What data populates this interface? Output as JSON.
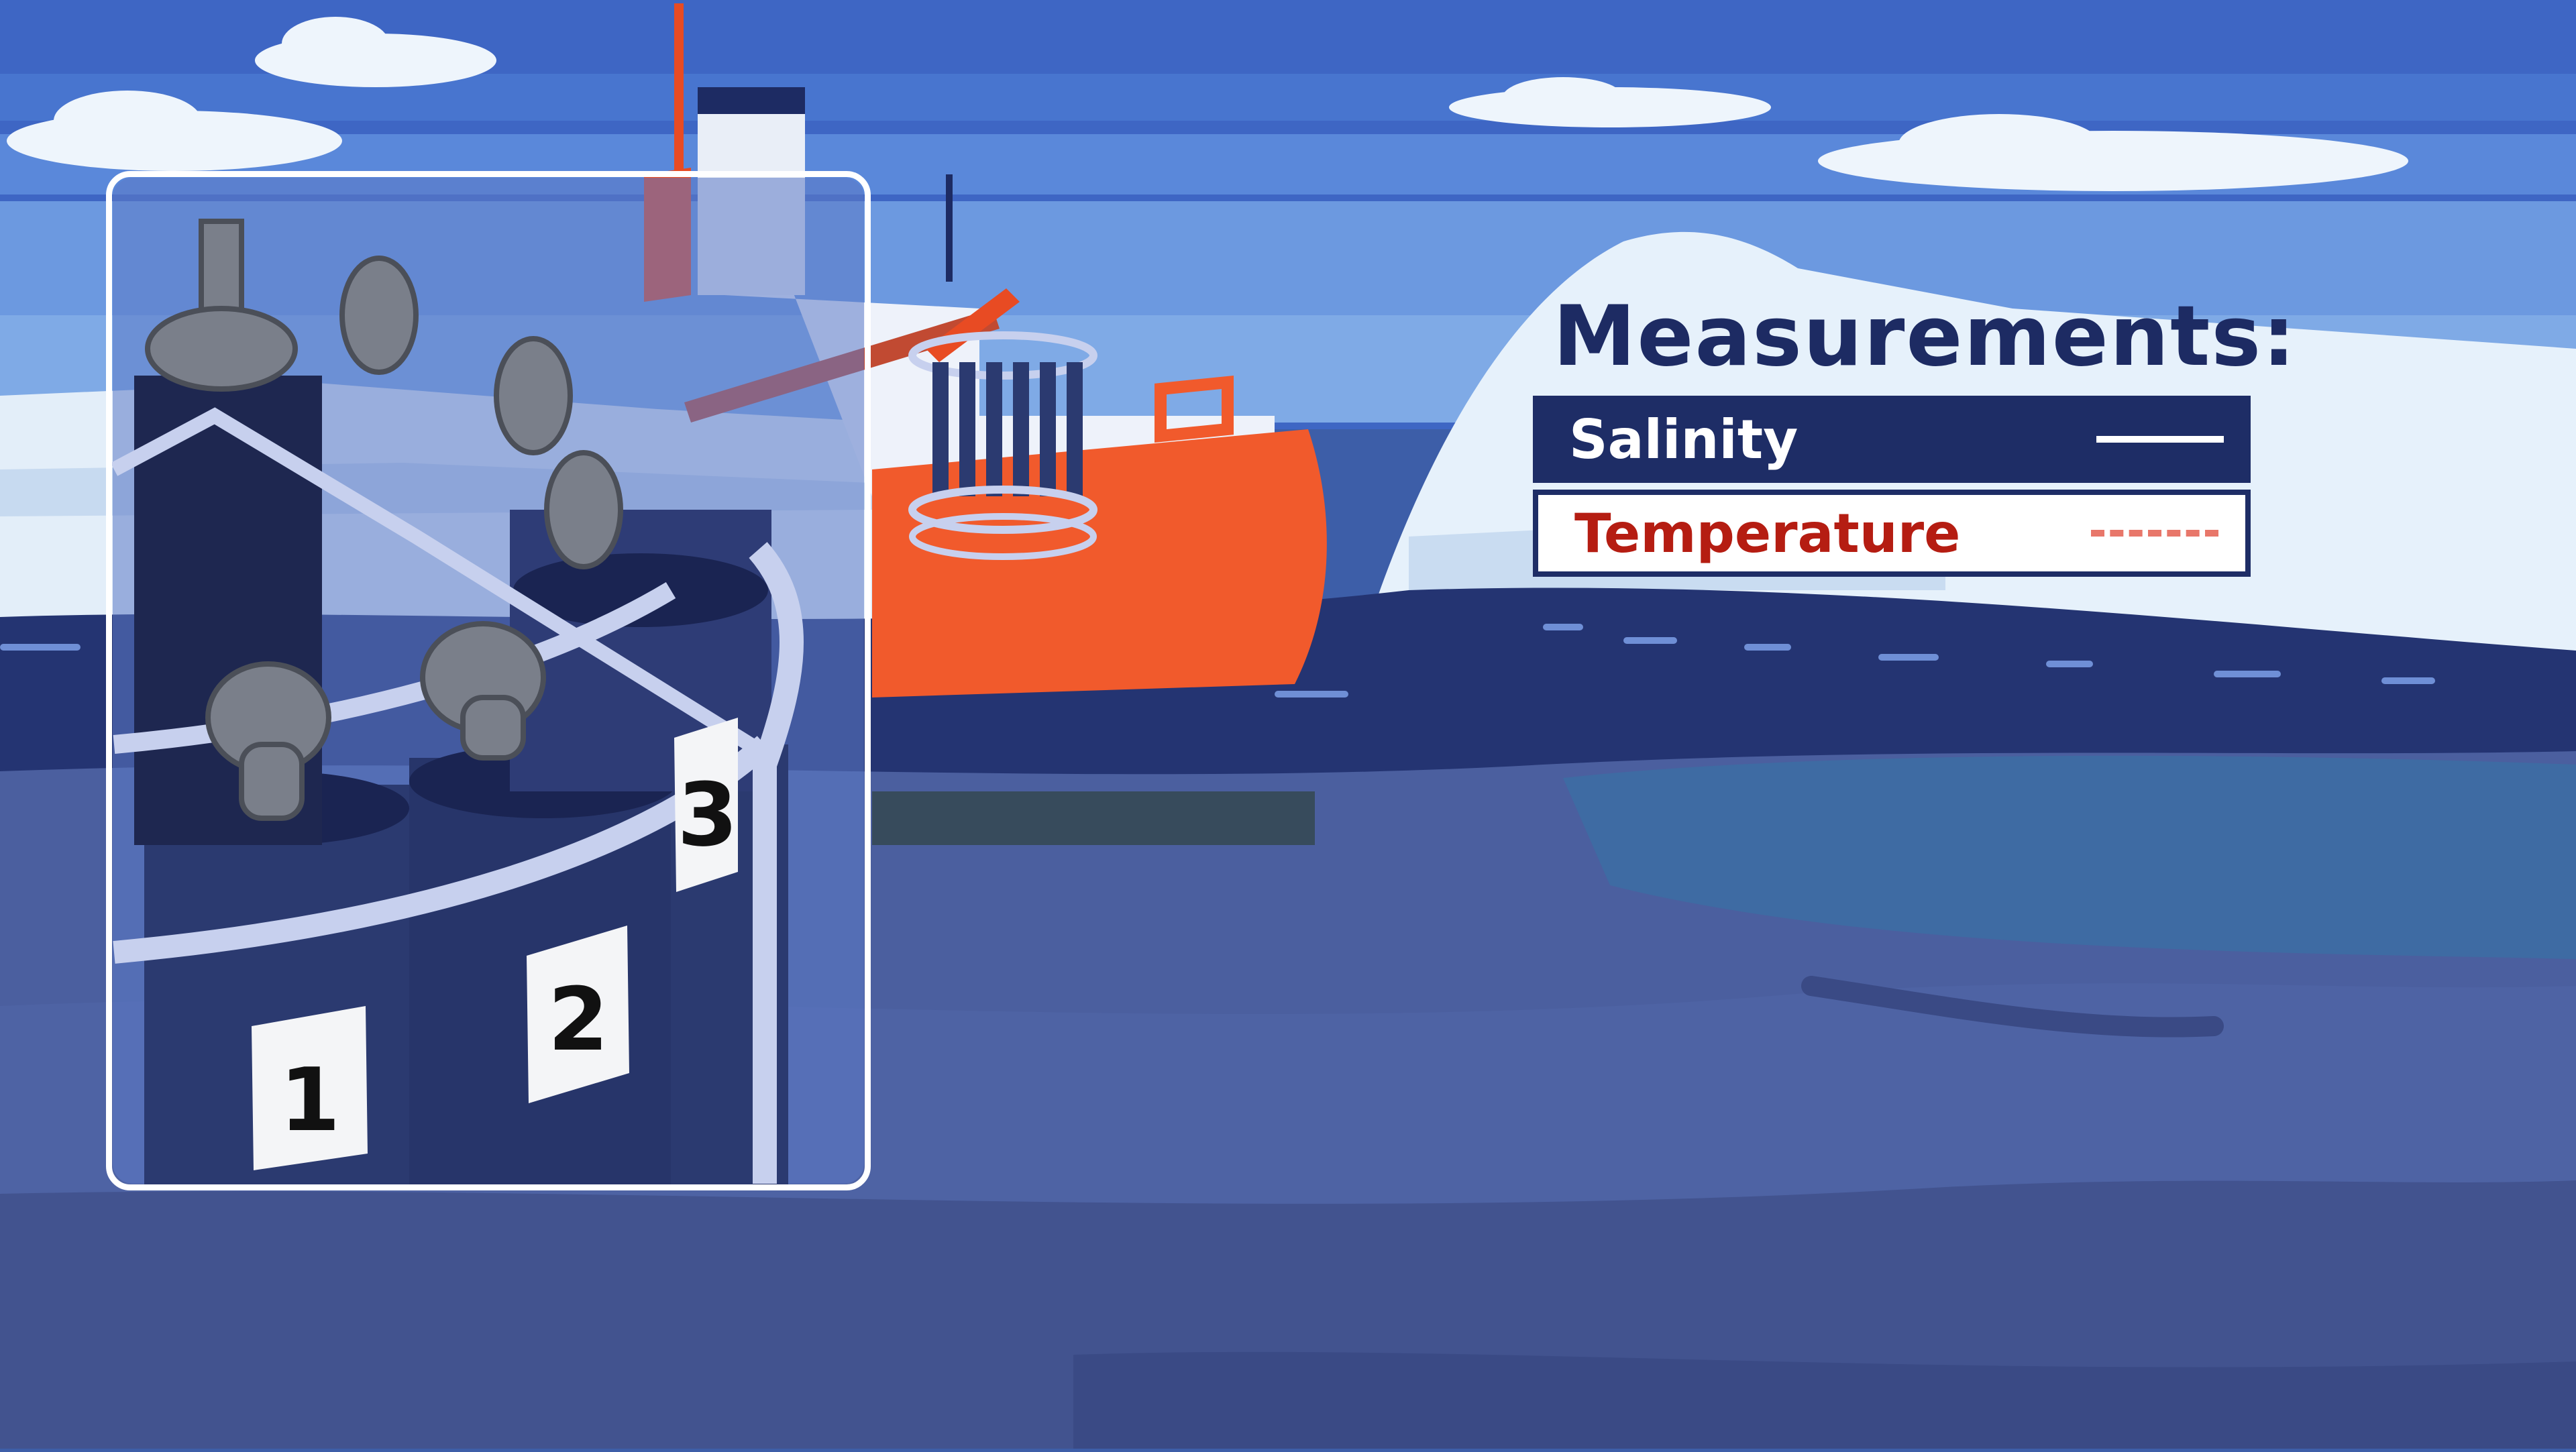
{
  "legend": {
    "title": "Measurements:",
    "items": [
      {
        "label": "Salinity",
        "line_style": "solid",
        "text_color": "#ffffff",
        "background": "#1e2d66",
        "line_color": "#ffffff"
      },
      {
        "label": "Temperature",
        "line_style": "dashed",
        "text_color": "#b51d12",
        "background": "#ffffff",
        "line_color": "#e8776a"
      }
    ]
  },
  "inset": {
    "bottle_labels": [
      "1",
      "2",
      "3"
    ]
  },
  "colors": {
    "sky": "#3e66c4",
    "ship_hull": "#f15a2c",
    "sea": "#3d5392",
    "ice": "#e6f1fb",
    "bottles": "#2b3a70"
  }
}
